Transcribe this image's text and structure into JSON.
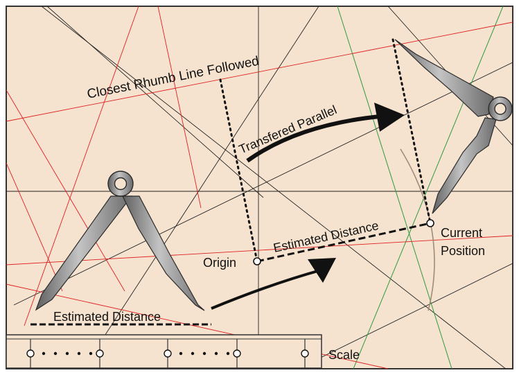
{
  "diagram": {
    "labels": {
      "rhumb_line": "Closest Rhumb Line Followed",
      "parallel": "Transfered Parallel",
      "estimated_distance_path": "Estimated Distance",
      "estimated_distance_divider": "Estimated Distance",
      "origin": "Origin",
      "current_line1": "Current",
      "current_line2": "Position",
      "scale": "Scale"
    },
    "colors": {
      "background": "#f5e3cf",
      "frame": "#333333",
      "grid_line": "#222222",
      "rhumb_lines": "#e01f1f",
      "green_lines": "#2e9a3e",
      "arc": "#a08a78",
      "divider_metal": "#8e8e8e",
      "arrow": "#111111"
    },
    "icons": [
      "divider-tool-icon",
      "curved-arrow-icon",
      "scale-ruler-icon"
    ]
  }
}
